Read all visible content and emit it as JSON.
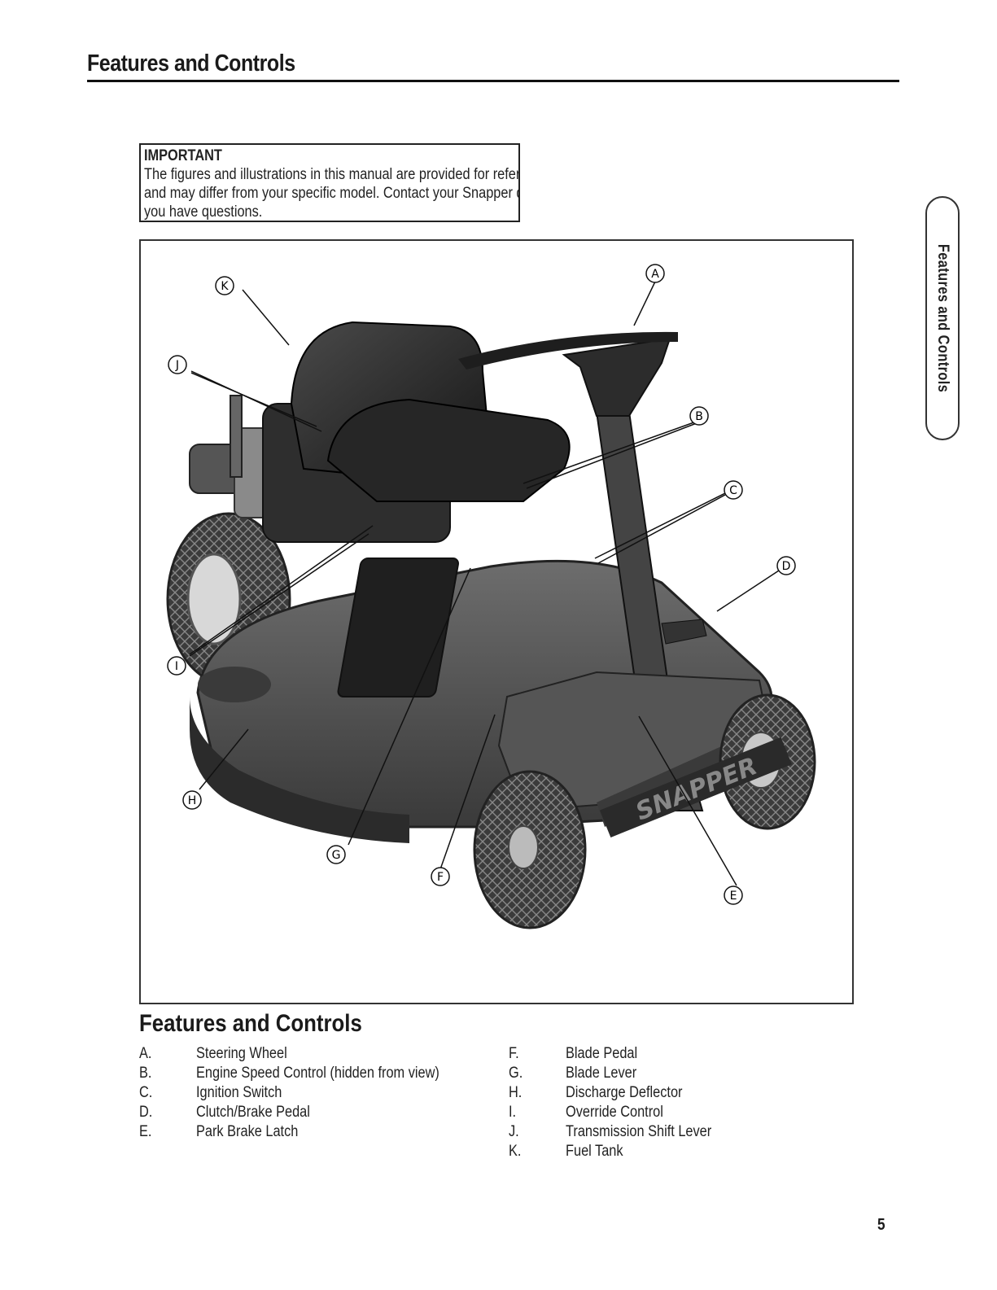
{
  "header": {
    "title": "Features and Controls"
  },
  "important": {
    "heading": "IMPORTANT",
    "body": "The figures and illustrations in this manual are provided for reference only and may differ from your specific model. Contact your Snapper dealer if you have questions."
  },
  "side_tab": {
    "label": "Features and Controls"
  },
  "figure": {
    "mower_brand_text": "SNAPPER",
    "callouts": [
      "A",
      "B",
      "C",
      "D",
      "E",
      "F",
      "G",
      "H",
      "I",
      "J",
      "K"
    ]
  },
  "legend": {
    "heading": "Features and Controls",
    "left": [
      {
        "letter": "A.",
        "text": "Steering Wheel"
      },
      {
        "letter": "B.",
        "text": "Engine Speed Control (hidden from view)"
      },
      {
        "letter": "C.",
        "text": "Ignition Switch"
      },
      {
        "letter": "D.",
        "text": "Clutch/Brake Pedal"
      },
      {
        "letter": "E.",
        "text": "Park Brake Latch"
      }
    ],
    "right": [
      {
        "letter": "F.",
        "text": "Blade Pedal"
      },
      {
        "letter": "G.",
        "text": "Blade Lever"
      },
      {
        "letter": "H.",
        "text": "Discharge Deflector"
      },
      {
        "letter": "I.",
        "text": "Override Control"
      },
      {
        "letter": "J.",
        "text": "Transmission Shift Lever"
      },
      {
        "letter": "K.",
        "text": "Fuel Tank"
      }
    ]
  },
  "footer": {
    "page_number": "5"
  }
}
